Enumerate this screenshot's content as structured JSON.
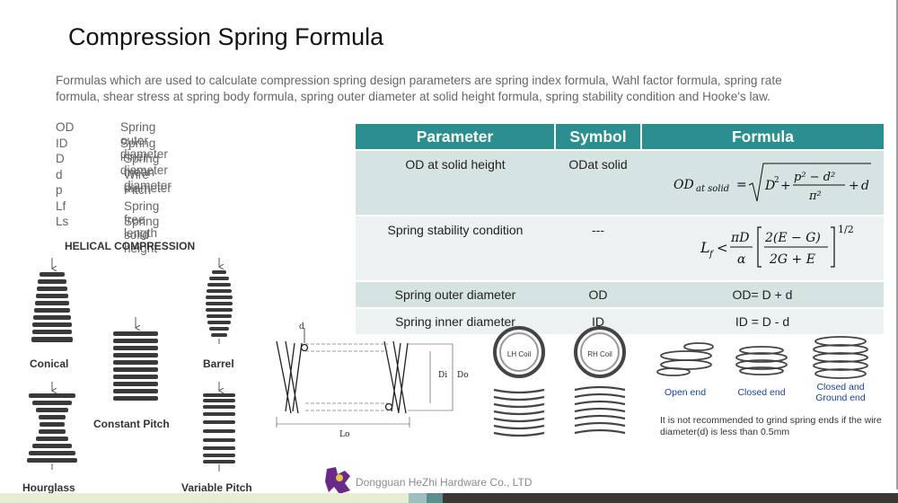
{
  "title": "Compression Spring Formula",
  "intro": "Formulas which are used to calculate compression spring design parameters are spring index formula, Wahl factor formula, spring rate formula, shear stress at spring body formula, spring outer diameter at solid height formula, spring stability condition and Hooke's law.",
  "abbreviations": [
    {
      "key": "OD",
      "value": "Spring outer diameter"
    },
    {
      "key": "ID",
      "value": "Spring inner diameter"
    },
    {
      "key": "D",
      "value": "Spring mean diameter"
    },
    {
      "key": "d",
      "value": "Wire diameter"
    },
    {
      "key": "p",
      "value": "Pitch"
    },
    {
      "key": "Lf",
      "value": "Spring free length"
    },
    {
      "key": "Ls",
      "value": "Spring solid height"
    }
  ],
  "helical_section": {
    "title": "HELICAL COMPRESSION",
    "types": [
      "Conical",
      "Barrel",
      "Constant Pitch",
      "Hourglass",
      "Variable Pitch"
    ]
  },
  "table": {
    "headers": [
      "Parameter",
      "Symbol",
      "Formula"
    ],
    "rows": [
      {
        "parameter": "OD at solid height",
        "symbol": "ODat solid",
        "formula": "OD_at solid = sqrt(D^2 + (p^2 - d^2)/π^2) + d"
      },
      {
        "parameter": "Spring stability condition",
        "symbol": "---",
        "formula": "L_f < (πD/α) [2(E - G)/(2G + E)]^(1/2)"
      },
      {
        "parameter": "Spring outer diameter",
        "symbol": "OD",
        "formula": "OD= D + d"
      },
      {
        "parameter": "Spring inner diameter",
        "symbol": "ID",
        "formula": "ID = D - d"
      }
    ]
  },
  "diagram": {
    "labels": {
      "d": "d",
      "di": "Di",
      "do": "Do",
      "lo": "Lo"
    },
    "coils": [
      "LH Coil",
      "RH Coil"
    ]
  },
  "ends": {
    "types": [
      "Open end",
      "Closed end",
      "Closed and Ground end"
    ],
    "note": "It is not recommended to grind spring ends if the wire diameter(d) is less than 0.5mm"
  },
  "company": "Dongguan HeZhi Hardware Co., LTD",
  "colors": {
    "table_header": "#2b8f8f",
    "row_dark": "#d6e3e3",
    "row_light": "#ecf1f1",
    "end_label": "#1a3f9c",
    "logo": "#6b2a8a"
  }
}
